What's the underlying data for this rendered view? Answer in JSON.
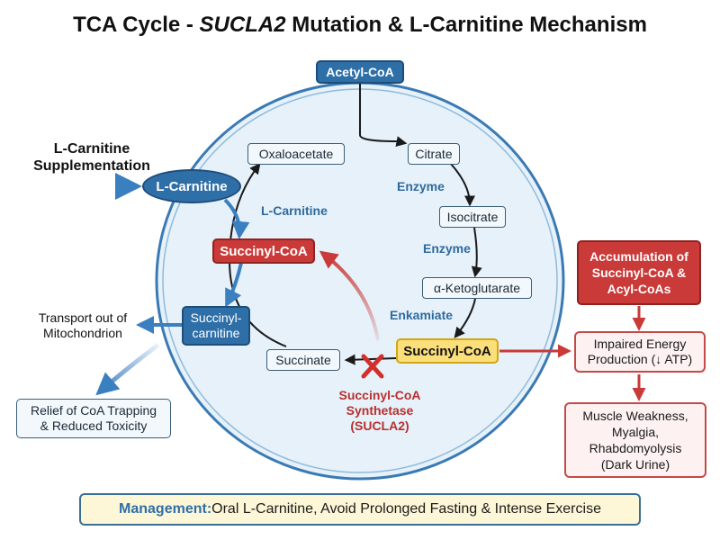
{
  "title": {
    "prefix": "TCA Cycle - ",
    "gene": "SUCLA2",
    "suffix": " Mutation & L-Carnitine Mechanism"
  },
  "cycle": {
    "acetyl_coa": "Acetyl-CoA",
    "citrate": "Citrate",
    "isocitrate": "Isocitrate",
    "alpha_ketoglutarate": "α-Ketoglutarate",
    "succinyl_coa_main": "Succinyl-CoA",
    "succinate": "Succinate",
    "oxaloacetate": "Oxaloacetate",
    "enzyme_label_1": "Enzyme",
    "enzyme_label_2": "Enzyme",
    "enzyme_label_3": "Enkamiate",
    "sucla2_line1": "Succinyl-CoA",
    "sucla2_line2": "Synthetase",
    "sucla2_line3": "(SUCLA2)"
  },
  "carnitine": {
    "supplement_line1": "L-Carnitine",
    "supplement_line2": "Supplementation",
    "l_carnitine": "L-Carnitine",
    "l_carnitine_label": "L-Carnitine",
    "succinyl_coa_red": "Succinyl-CoA",
    "succinylcarnitine_line1": "Succinyl-",
    "succinylcarnitine_line2": "carnitine",
    "transport_line1": "Transport out of",
    "transport_line2": "Mitochondrion",
    "relief_line1": "Relief of CoA Trapping",
    "relief_line2": "& Reduced Toxicity"
  },
  "consequences": {
    "accumulation_line1": "Accumulation of",
    "accumulation_line2": "Succinyl-CoA &",
    "accumulation_line3": "Acyl-CoAs",
    "impaired_line1": "Impaired Energy",
    "impaired_line2": "Production (↓ ATP)",
    "muscle_line1": "Muscle Weakness,",
    "muscle_line2": "Myalgia,",
    "muscle_line3": "Rhabdomyolysis",
    "muscle_line4": "(Dark Urine)"
  },
  "management": {
    "heading": "Management:",
    "text": " Oral L-Carnitine, Avoid Prolonged Fasting & Intense Exercise"
  },
  "colors": {
    "mito_border": "#3a7ab4",
    "mito_fill": "#e6f1fa",
    "blue_accent": "#2f6fa8",
    "red_accent": "#c93a38",
    "yellow_highlight": "#fbdf7a"
  }
}
